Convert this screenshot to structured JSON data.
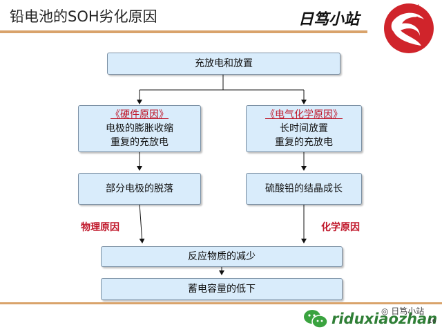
{
  "header": {
    "title": "铅电池的SOH劣化原因",
    "brand": "日笃小站"
  },
  "diagram": {
    "top": "充放电和放置",
    "hardware": {
      "heading": "《硬件原因》",
      "line1": "电极的膨胀收缩",
      "line2": "重复的充放电"
    },
    "electrochem": {
      "heading": "《电气化学原因》",
      "line1": "长时间放置",
      "line2": "重复的充放电"
    },
    "left_effect": "部分电极的脱落",
    "right_effect": "硫酸铅的结晶成长",
    "physical_cause": "物理原因",
    "chemical_cause": "化学原因",
    "reduction": "反应物质的减少",
    "capacity": "蓄电容量的低下"
  },
  "footer": {
    "name": "日笃小站",
    "url": "riduxiaozhan",
    "page": "16"
  },
  "colors": {
    "box_fill": "#d9ecfb",
    "accent_red": "#c0182b",
    "rule": "#d9a36b",
    "footer_green": "#2f7f36"
  }
}
